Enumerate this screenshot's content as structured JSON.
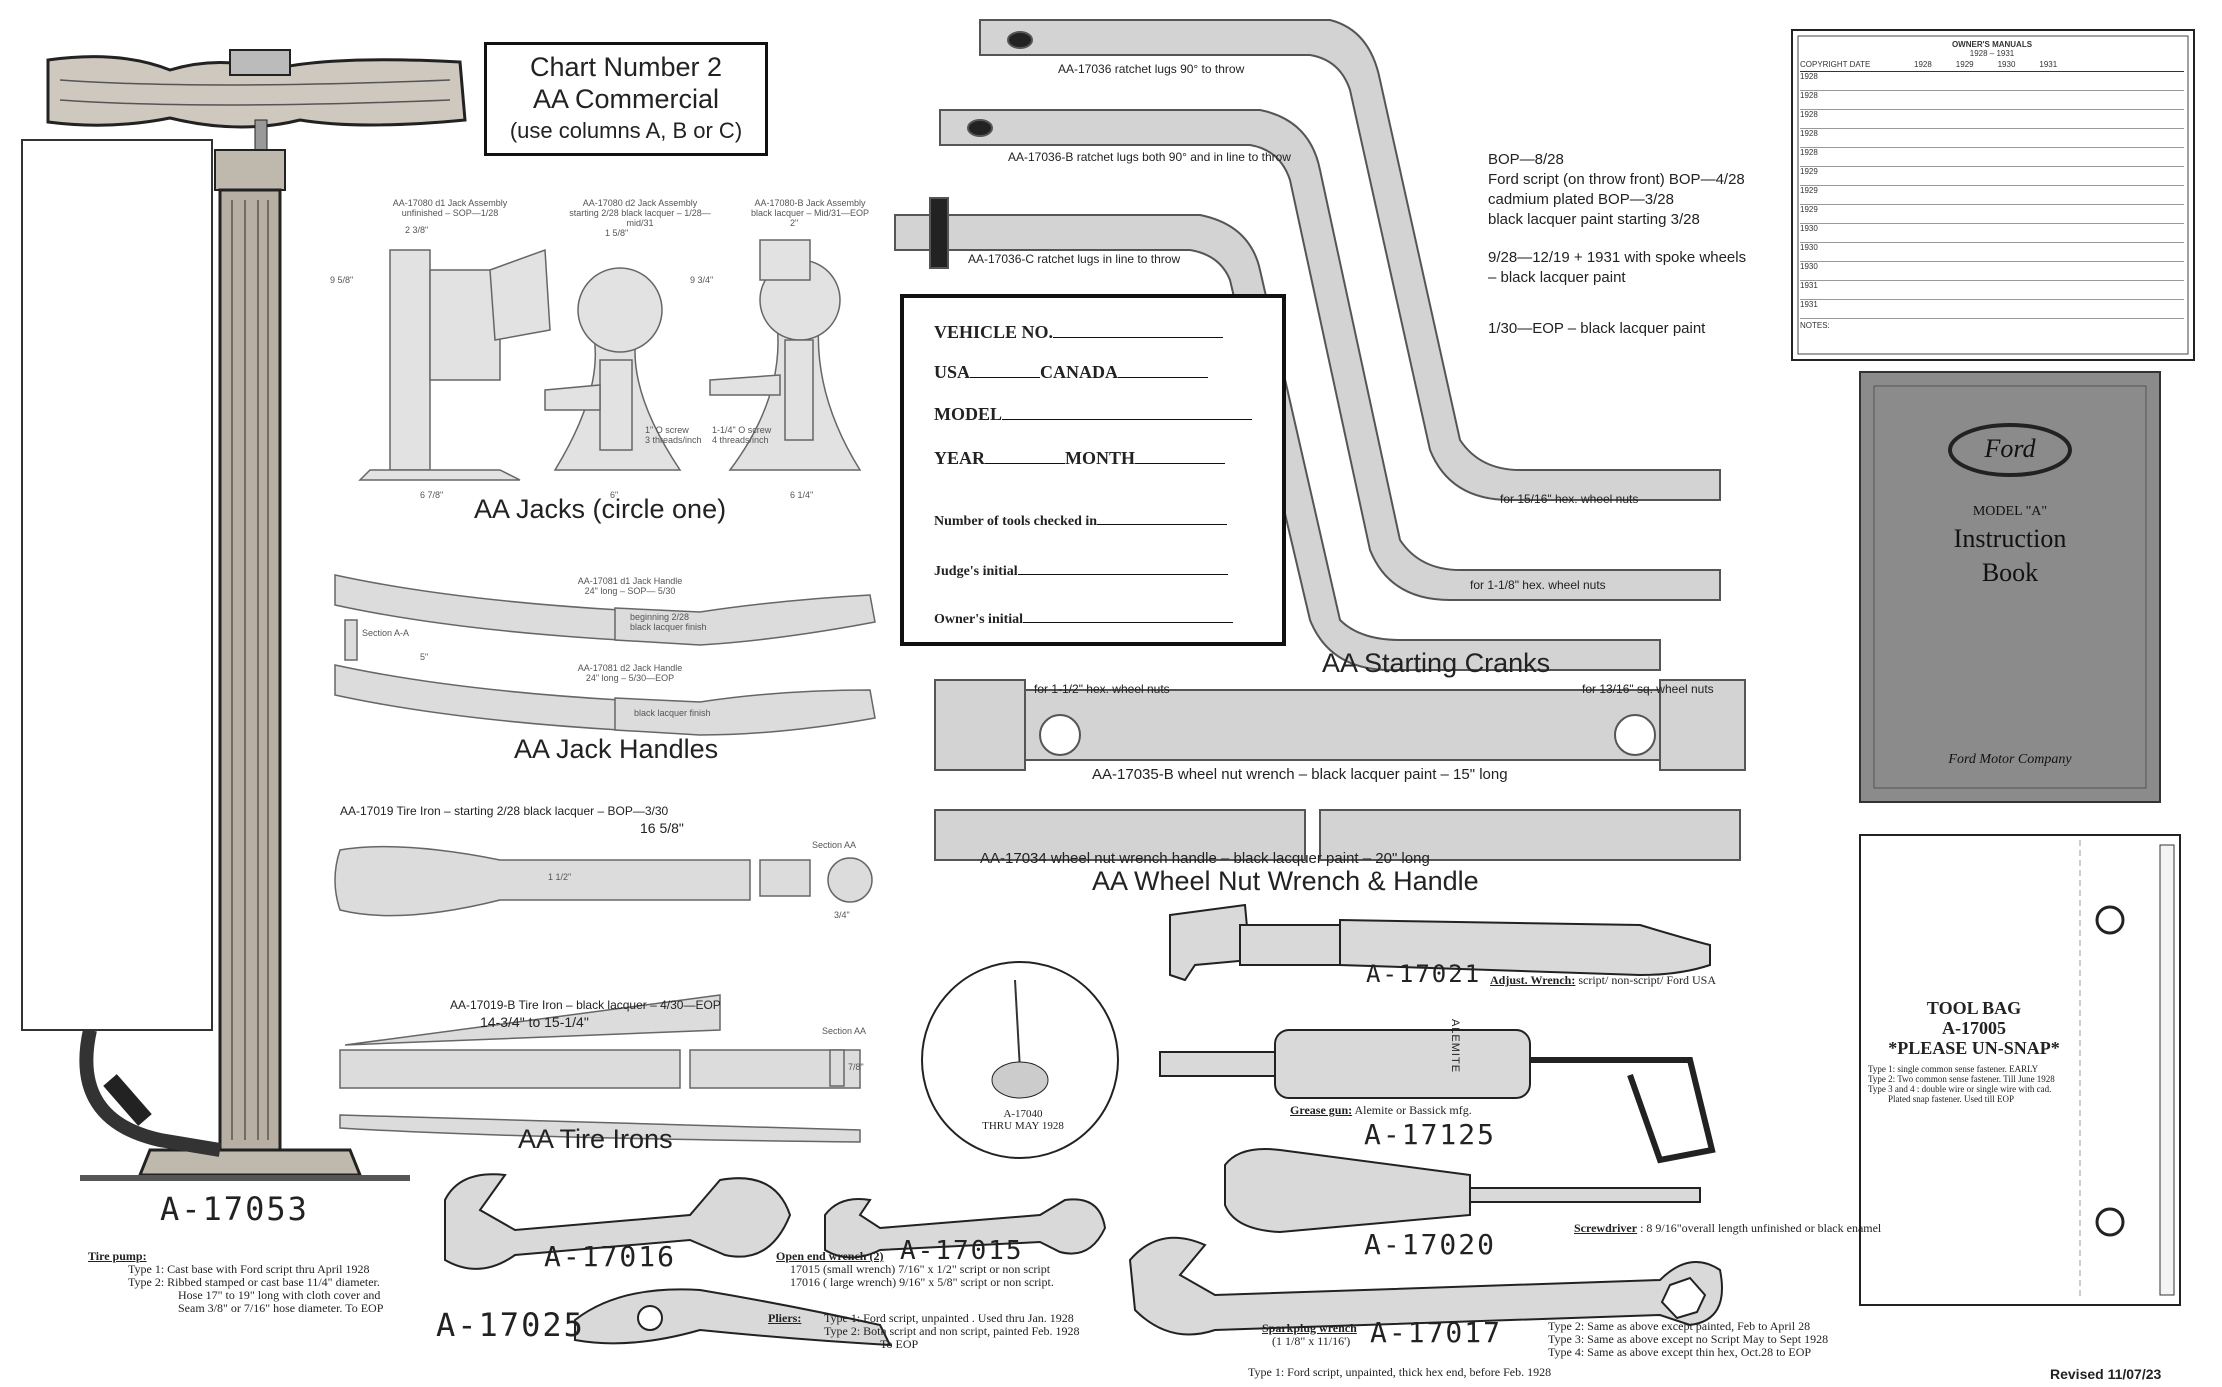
{
  "chart_box": {
    "title": "Chart Number 2",
    "subtitle": "AA Commercial",
    "instruction": "(use columns A, B or C)"
  },
  "sections": {
    "jacks": "AA Jacks (circle one)",
    "jack_handles": "AA Jack Handles",
    "tire_irons": "AA Tire Irons",
    "starting_cranks": "AA Starting Cranks",
    "wheel_nut_wrench": "AA Wheel Nut Wrench & Handle"
  },
  "jacks": {
    "items": [
      {
        "caption": "AA-17080 d1 Jack Assembly\nunfinished – SOP—1/28",
        "dims": [
          "2 3/8\"",
          "9 5/8\"",
          "6 7/8\""
        ]
      },
      {
        "caption": "AA-17080 d2 Jack Assembly\nstarting 2/28 black lacquer – 1/28—mid/31",
        "dims": [
          "1 5/8\"",
          "6\"",
          "1\" O screw\n3 threads/inch"
        ]
      },
      {
        "caption": "AA-17080-B Jack Assembly\nblack lacquer – Mid/31—EOP",
        "dims": [
          "2\"",
          "9 3/4\"",
          "6 1/4\"",
          "1-1/4\" O screw\n4 threads/inch"
        ]
      }
    ]
  },
  "jack_handles": {
    "h1": "AA-17081 d1 Jack Handle\n24\" long – SOP— 5/30",
    "h1_note": "beginning 2/28\nblack lacquer finish",
    "section_label": "Section A-A",
    "dim_5": "5\"",
    "h2": "AA-17081 d2 Jack Handle\n24\" long – 5/30—EOP",
    "h2_note": "black lacquer finish"
  },
  "tire_irons": {
    "t1": "AA-17019 Tire Iron – starting 2/28 black lacquer – BOP—3/30",
    "t1_len": "16 5/8\"",
    "t1_w": "1 1/2\"",
    "t1_sec": "Section AA",
    "t1_sec_dim": "3/4\"",
    "t2": "AA-17019-B Tire Iron – black lacquer – 4/30—EOP",
    "t2_len": "14-3/4\" to 15-1/4\"",
    "t2_sec": "Section AA",
    "t2_sec_dim": "7/8\""
  },
  "cranks": {
    "c1": "AA-17036  ratchet lugs 90° to throw",
    "c2": "AA-17036-B  ratchet lugs both 90° and in line to throw",
    "c3": "AA-17036-C  ratchet lugs in line to throw",
    "note1": [
      "BOP—8/28",
      "Ford script (on throw front) BOP—4/28",
      "cadmium plated BOP—3/28",
      "black lacquer paint starting 3/28"
    ],
    "note2": [
      "9/28—12/19 + 1931 with spoke wheels",
      "– black lacquer paint"
    ],
    "note3": "1/30—EOP – black lacquer paint",
    "nut1": "for 15/16\" hex. wheel nuts",
    "nut2": "for 1-1/8\" hex. wheel nuts"
  },
  "vehicle_form": {
    "vehicle_no": "VEHICLE NO.",
    "usa": "USA",
    "canada": "CANADA",
    "model": "MODEL",
    "year": "YEAR",
    "month": "MONTH",
    "tools_checked": "Number of tools checked in",
    "judge": "Judge's initial",
    "owner": "Owner's initial"
  },
  "wrench": {
    "left_nut": "for 1-1/2\" hex. wheel nuts",
    "right_nut": "for 13/16\" sq. wheel nuts",
    "wrench_label": "AA-17035-B wheel nut wrench – black lacquer paint – 15\" long",
    "handle_label": "AA-17034 wheel nut wrench handle – black lacquer paint – 20\" long"
  },
  "manuals_table": {
    "title": "OWNER'S MANUALS",
    "years": "1928 – 1931",
    "headers": [
      "COPYRIGHT DATE",
      "1928",
      "1929",
      "1930",
      "1931"
    ],
    "rows": [
      "1928",
      "1928",
      "1928",
      "1928",
      "1928",
      "1929",
      "1929",
      "1929",
      "1930",
      "1930",
      "1930",
      "1931",
      "1931"
    ],
    "notes_label": "NOTES:"
  },
  "book": {
    "brand": "Ford",
    "model": "MODEL \"A\"",
    "title1": "Instruction",
    "title2": "Book",
    "company": "Ford Motor Company"
  },
  "tool_bag": {
    "title1": "TOOL BAG",
    "title2": "A-17005",
    "title3": "*PLEASE UN-SNAP*",
    "types": [
      "Type 1: single common sense fastener. EARLY",
      "Type 2: Two common sense fastener. Till June 1928",
      "Type 3 and 4 : double wire or single wire with cad.",
      "Plated snap fastener. Used till EOP"
    ]
  },
  "pump": {
    "label": "A-17053",
    "caption": "Tire pump:",
    "lines": [
      "Type 1: Cast base with Ford script thru April 1928",
      "Type 2: Ribbed stamped or cast base 11/4\" diameter.",
      "Hose 17\" to 19\" long with cloth cover and",
      "Seam 3/8\" or 7/16\" hose diameter. To EOP"
    ]
  },
  "tools": {
    "oiler_label": "A-17040\nTHRU MAY 1928",
    "adj_wrench_code": "A-17021",
    "adj_wrench_caption": "Adjust. Wrench:",
    "adj_wrench_note": " script/ non-script/ Ford USA",
    "grease_gun_brand": "ALEMITE",
    "grease_caption": "Grease gun:",
    "grease_note": " Alemite or Bassick mfg.",
    "grease_code": "A-17125",
    "screwdriver_caption": "Screwdriver",
    "screwdriver_note": " : 8 9/16\"overall length unfinished or black enamel",
    "screwdriver_code": "A-17020",
    "open_end_code_1": "A-17016",
    "open_end_code_2": "A-17015",
    "open_end_caption": "Open end wrench (2)",
    "open_end_lines": [
      "17015 (small wrench) 7/16\" x 1/2\" script or non script",
      "17016 ( large wrench) 9/16\" x 5/8\" script or non script."
    ],
    "pliers_code": "A-17025",
    "pliers_caption": "Pliers:",
    "pliers_lines": [
      "Type 1: Ford script, unpainted . Used thru Jan. 1928",
      "Type 2: Both script and non script, painted Feb. 1928",
      "To EOP"
    ],
    "spark_caption": "Sparkplug wrench",
    "spark_size": "(1 1/8\" x 11/16')",
    "spark_code": "A-17017",
    "spark_lines": [
      "Type 1: Ford script, unpainted, thick hex end, before  Feb. 1928",
      "Type 2: Same as above except painted, Feb to April 28",
      "Type 3: Same as above except no Script May to Sept 1928",
      "Type 4: Same as above except thin hex, Oct.28 to EOP"
    ]
  },
  "revised": "Revised 11/07/23"
}
